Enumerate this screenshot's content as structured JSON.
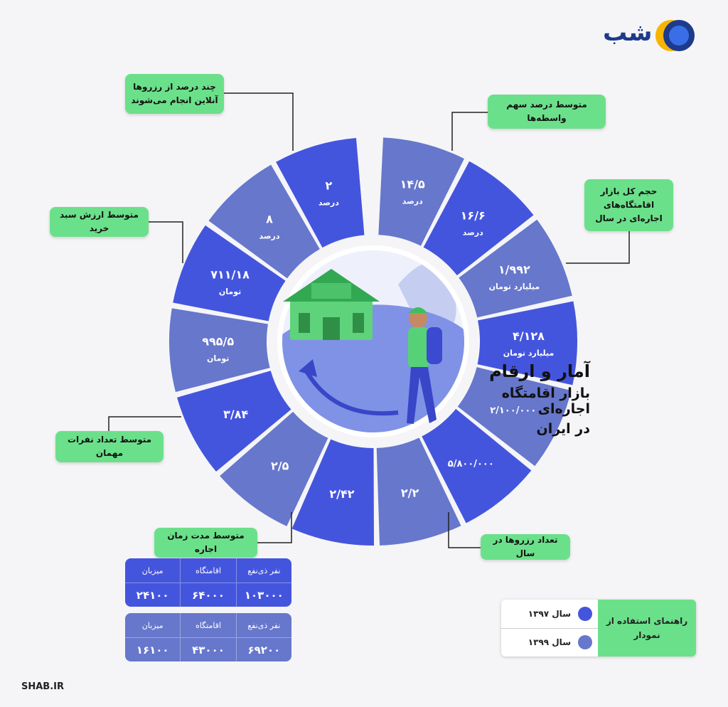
{
  "brand": {
    "logo_text": "شب",
    "footer": "SHAB.IR",
    "colors": {
      "primary": "#4455dd",
      "secondary": "#6677cc",
      "callout": "#6be08a"
    }
  },
  "title": {
    "line1": "آمار و ارقام",
    "line2": "بازار اقامتگاه اجاره‌ای",
    "line3": "در ایران"
  },
  "chart_data": {
    "type": "radial-segments",
    "segments": [
      {
        "metric": "متوسط درصد سهم واسطه‌ها",
        "year": "سال ۱۳۹۹",
        "value": "۱۴/۵",
        "unit": "درصد"
      },
      {
        "metric": "متوسط درصد سهم واسطه‌ها",
        "year": "سال ۱۳۹۷",
        "value": "۱۶/۶",
        "unit": "درصد"
      },
      {
        "metric": "حجم کل بازار اقامتگاه‌های اجاره‌ای در سال",
        "year": "سال ۱۳۹۹",
        "value": "۱/۹۹۲",
        "unit": "میلیارد تومان"
      },
      {
        "metric": "حجم کل بازار اقامتگاه‌های اجاره‌ای در سال",
        "year": "سال ۱۳۹۷",
        "value": "۴/۱۲۸",
        "unit": "میلیارد تومان"
      },
      {
        "metric": "تعداد رزروها در سال",
        "year": "سال ۱۳۹۹",
        "value": "۲/۱۰۰/۰۰۰",
        "unit": ""
      },
      {
        "metric": "تعداد رزروها در سال",
        "year": "سال ۱۳۹۷",
        "value": "۵/۸۰۰/۰۰۰",
        "unit": ""
      },
      {
        "metric": "متوسط مدت زمان اجاره",
        "year": "سال ۱۳۹۹",
        "value": "۲/۲",
        "unit": ""
      },
      {
        "metric": "متوسط مدت زمان اجاره",
        "year": "سال ۱۳۹۷",
        "value": "۲/۴۲",
        "unit": ""
      },
      {
        "metric": "متوسط تعداد نفرات مهمان",
        "year": "سال ۱۳۹۹",
        "value": "۲/۵",
        "unit": ""
      },
      {
        "metric": "متوسط تعداد نفرات مهمان",
        "year": "سال ۱۳۹۷",
        "value": "۳/۸۴",
        "unit": ""
      },
      {
        "metric": "متوسط ارزش سبد خرید",
        "year": "سال ۱۳۹۹",
        "value": "۹۹۵/۵",
        "unit": "تومان"
      },
      {
        "metric": "متوسط ارزش سبد خرید",
        "year": "سال ۱۳۹۷",
        "value": "۷۱۱/۱۸",
        "unit": "تومان"
      },
      {
        "metric": "چند درصد از رزروها آنلاین انجام می‌شوند",
        "year": "سال ۱۳۹۹",
        "value": "۸",
        "unit": "درصد"
      },
      {
        "metric": "چند درصد از رزروها آنلاین انجام می‌شوند",
        "year": "سال ۱۳۹۷",
        "value": "۲",
        "unit": "درصد"
      }
    ]
  },
  "callouts": {
    "online": "چند درصد از رزروها آنلاین انجام می‌شوند",
    "brokers": "متوسط درصد سهم واسطه‌ها",
    "market": "حجم کل بازار اقامتگاه‌های اجاره‌ای در سال",
    "basket": "متوسط ارزش سبد خرید",
    "guests": "متوسط تعداد نفرات مهمان",
    "duration": "متوسط مدت زمان اجاره",
    "reservations": "تعداد رزروها در سال"
  },
  "table_1397": {
    "headers": [
      "نفر ذی‌نفع",
      "اقامتگاه",
      "میزبان"
    ],
    "values": [
      "۱۰۳۰۰۰",
      "۶۴۰۰۰",
      "۲۴۱۰۰"
    ]
  },
  "table_1399": {
    "headers": [
      "نفر ذی‌نفع",
      "اقامتگاه",
      "میزبان"
    ],
    "values": [
      "۶۹۲۰۰",
      "۴۳۰۰۰",
      "۱۶۱۰۰"
    ]
  },
  "legend": {
    "title": "راهنمای استفاده از نمودار",
    "item_1397": "سال ۱۳۹۷",
    "item_1399": "سال ۱۳۹۹"
  }
}
